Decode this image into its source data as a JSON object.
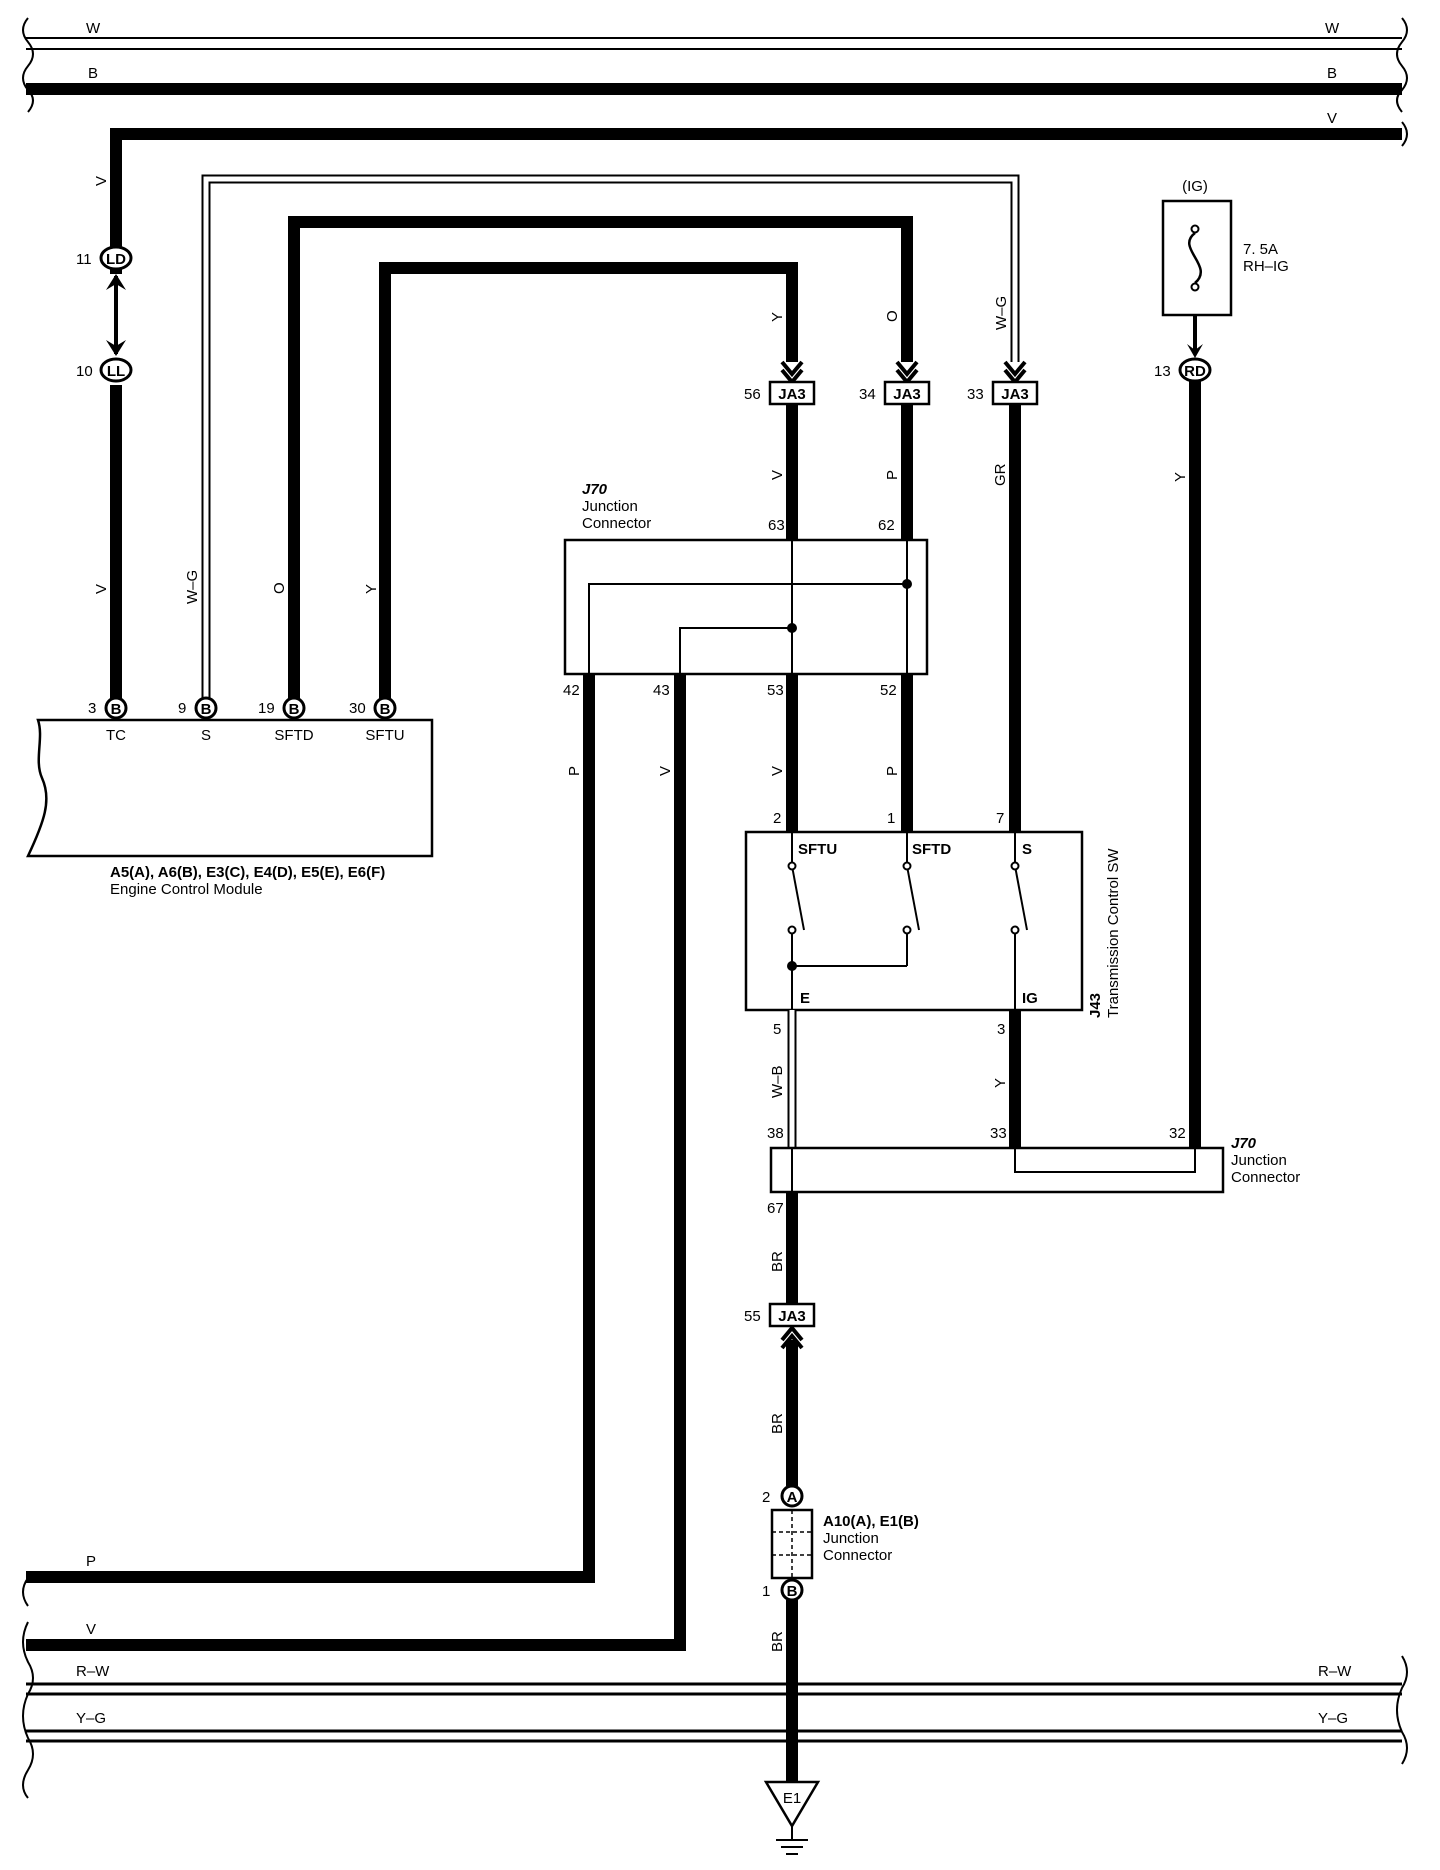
{
  "buses": {
    "W": "W",
    "B": "B",
    "V": "V",
    "P": "P",
    "RW": "R–W",
    "YG": "Y–G"
  },
  "ecm": {
    "name_line1": "A5(A), A6(B), E3(C), E4(D), E5(E), E6(F)",
    "name_line2": "Engine Control Module",
    "pins": [
      {
        "num": "3",
        "conn": "B",
        "label": "TC"
      },
      {
        "num": "9",
        "conn": "B",
        "label": "S"
      },
      {
        "num": "19",
        "conn": "B",
        "label": "SFTD"
      },
      {
        "num": "30",
        "conn": "B",
        "label": "SFTU"
      }
    ]
  },
  "wire_colors": {
    "V": "V",
    "W_G": "W–G",
    "O": "O",
    "Y": "Y",
    "P": "P",
    "GR": "GR",
    "W_B": "W–B",
    "BR": "BR"
  },
  "connectors": {
    "LD": {
      "num": "11",
      "label": "LD"
    },
    "LL": {
      "num": "10",
      "label": "LL"
    },
    "RD": {
      "num": "13",
      "label": "RD"
    },
    "JA3": {
      "label": "JA3",
      "pins": [
        "56",
        "34",
        "33",
        "55"
      ]
    }
  },
  "fuse": {
    "group": "(IG)",
    "rating": "7. 5A",
    "name": "RH–IG"
  },
  "j70_top": {
    "id": "J70",
    "line1": "Junction",
    "line2": "Connector",
    "pins_top": [
      "63",
      "62"
    ],
    "pins_bottom": [
      "42",
      "43",
      "53",
      "52"
    ]
  },
  "switch": {
    "id": "J43",
    "name": "Transmission Control SW",
    "pins_top": [
      "2",
      "1",
      "7"
    ],
    "pins_bottom": [
      "5",
      "3"
    ],
    "terminals": [
      "SFTU",
      "SFTD",
      "S",
      "E",
      "IG"
    ]
  },
  "j70_bottom": {
    "id": "J70",
    "line1": "Junction",
    "line2": "Connector",
    "pins_top": [
      "38",
      "33",
      "32"
    ],
    "pin_bottom": "67"
  },
  "a10": {
    "name": "A10(A), E1(B)",
    "line1": "Junction",
    "line2": "Connector",
    "pin_top_num": "2",
    "pin_top": "A",
    "pin_bottom_num": "1",
    "pin_bottom": "B"
  },
  "ground": {
    "label": "E1"
  }
}
